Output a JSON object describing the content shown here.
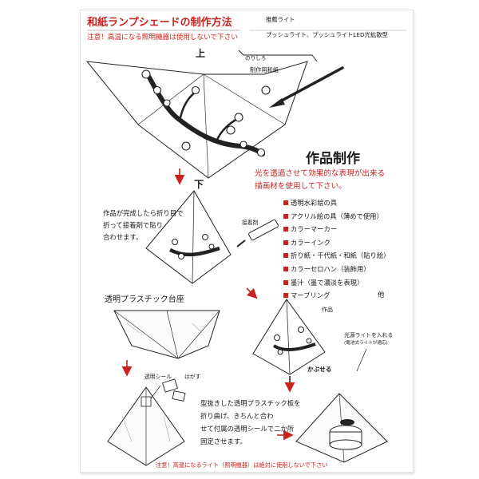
{
  "sheet": {
    "title": "和紙ランプシェードの制作方法",
    "warning_top": "注意！高温になる照明機器は使用しないで下さい",
    "recommended_label": "推薦ライト",
    "recommended_lights": "プッシュライト、プッシュライトLED光拡散型",
    "label_top": "上",
    "label_nori": "のりしろ",
    "label_washi": "制作用和紙",
    "label_bottom": "下",
    "work_heading": "作品制作",
    "work_intro_line1": "光を透過させて効果的な表現が出来る",
    "work_intro_line2": "描画材を使用して下さい。",
    "materials": [
      "透明水彩絵の具",
      "アクリル絵の具（薄めで使用）",
      "カラーマーカー",
      "カラーインク",
      "折り紙・千代紙・和紙（貼り絵）",
      "カラーセロハン（装飾用）",
      "墨汁（墨で濃淡を表現）",
      "マーブリング"
    ],
    "materials_more": "他",
    "fold_text": [
      "作品が完成したら折り目で",
      "折って接着剤で貼り",
      "合わせます。"
    ],
    "glue_label": "接着剤",
    "base_title": "透明プラスチック台座",
    "clear_seal_label": "透明シール",
    "peel_label": "はがす",
    "base_text": [
      "型抜きした透明プラスチック板を",
      "折り曲げ、きちんと合わ",
      "せて付属の透明シールで二か所",
      "固定させます。"
    ],
    "artwork_label": "作品",
    "insert_light_line1": "光源ライトを入れる",
    "insert_light_line2": "(電池式ライトが適応)",
    "cover_label": "かぶせる",
    "warning_bottom": "注意！高温になるライト（照明機器）は絶対に使用しないで下さい",
    "colors": {
      "accent_red": "#c8231f",
      "ink": "#1a1a1a"
    }
  }
}
